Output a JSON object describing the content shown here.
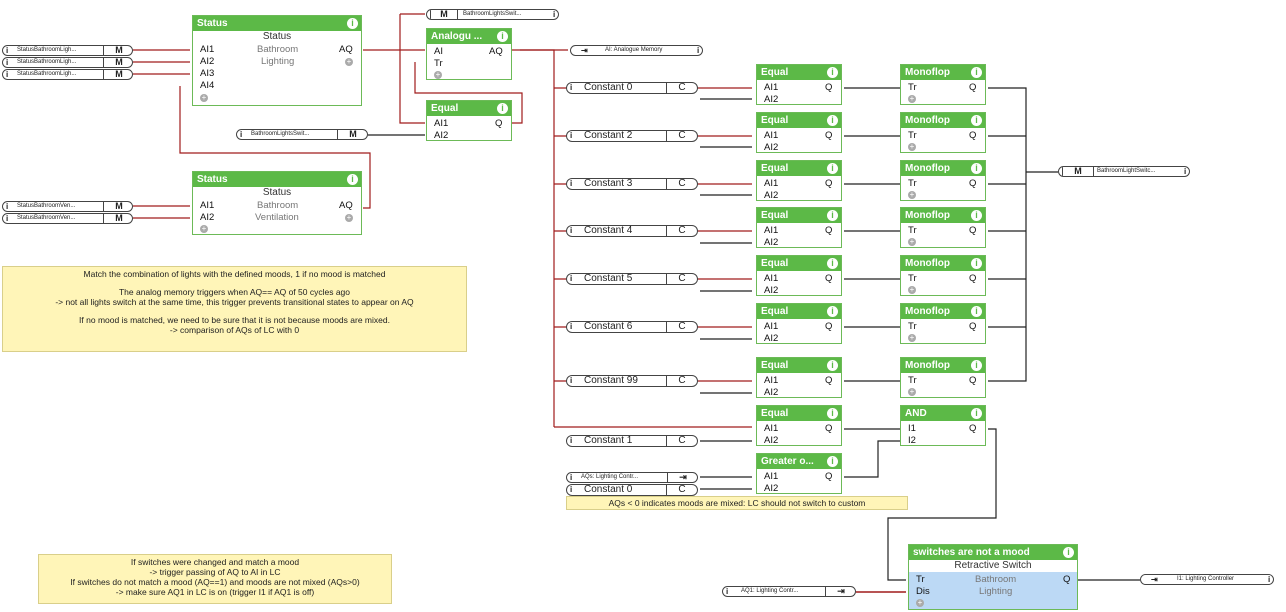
{
  "blocks": {
    "status1": {
      "title": "Status",
      "subtitle": "Status",
      "pins": [
        "AI1",
        "AI2",
        "AI3",
        "AI4"
      ],
      "out": "AQ",
      "body1": "Bathroom",
      "body2": "Lighting"
    },
    "analog": {
      "title": "Analogu ...",
      "pins": [
        "AI",
        "Tr"
      ],
      "out": "AQ"
    },
    "equal_top": {
      "title": "Equal",
      "pins": [
        "AI1",
        "AI2"
      ],
      "out": "Q"
    },
    "status2": {
      "title": "Status",
      "subtitle": "Status",
      "pins": [
        "AI1",
        "AI2"
      ],
      "out": "AQ",
      "body1": "Bathroom",
      "body2": "Ventilation"
    },
    "equals": [
      {
        "title": "Equal",
        "pins": [
          "AI1",
          "AI2"
        ],
        "out": "Q"
      },
      {
        "title": "Equal",
        "pins": [
          "AI1",
          "AI2"
        ],
        "out": "Q"
      },
      {
        "title": "Equal",
        "pins": [
          "AI1",
          "AI2"
        ],
        "out": "Q"
      },
      {
        "title": "Equal",
        "pins": [
          "AI1",
          "AI2"
        ],
        "out": "Q"
      },
      {
        "title": "Equal",
        "pins": [
          "AI1",
          "AI2"
        ],
        "out": "Q"
      },
      {
        "title": "Equal",
        "pins": [
          "AI1",
          "AI2"
        ],
        "out": "Q"
      },
      {
        "title": "Equal",
        "pins": [
          "AI1",
          "AI2"
        ],
        "out": "Q"
      },
      {
        "title": "Equal",
        "pins": [
          "AI1",
          "AI2"
        ],
        "out": "Q"
      }
    ],
    "monoflops": [
      {
        "title": "Monoflop",
        "pins": [
          "Tr"
        ],
        "out": "Q"
      },
      {
        "title": "Monoflop",
        "pins": [
          "Tr"
        ],
        "out": "Q"
      },
      {
        "title": "Monoflop",
        "pins": [
          "Tr"
        ],
        "out": "Q"
      },
      {
        "title": "Monoflop",
        "pins": [
          "Tr"
        ],
        "out": "Q"
      },
      {
        "title": "Monoflop",
        "pins": [
          "Tr"
        ],
        "out": "Q"
      },
      {
        "title": "Monoflop",
        "pins": [
          "Tr"
        ],
        "out": "Q"
      },
      {
        "title": "Monoflop",
        "pins": [
          "Tr"
        ],
        "out": "Q"
      }
    ],
    "and": {
      "title": "AND",
      "pins": [
        "I1",
        "I2"
      ],
      "out": "Q"
    },
    "greater": {
      "title": "Greater o...",
      "pins": [
        "AI1",
        "AI2"
      ],
      "out": "Q"
    },
    "switch": {
      "title": "switches are not a mood",
      "subtitle": "Retractive Switch",
      "pins": [
        "Tr",
        "Dis"
      ],
      "out": "Q",
      "body1": "Bathroom",
      "body2": "Lighting"
    }
  },
  "constants": [
    {
      "label": "Constant 0",
      "type": "C"
    },
    {
      "label": "Constant 2",
      "type": "C"
    },
    {
      "label": "Constant 3",
      "type": "C"
    },
    {
      "label": "Constant 4",
      "type": "C"
    },
    {
      "label": "Constant 5",
      "type": "C"
    },
    {
      "label": "Constant 6",
      "type": "C"
    },
    {
      "label": "Constant 99",
      "type": "C"
    },
    {
      "label": "Constant 1",
      "type": "C"
    },
    {
      "label": "Constant 0",
      "type": "C"
    }
  ],
  "refs": {
    "status_inputs": [
      "StatusBathroomLigh...",
      "StatusBathroomLigh...",
      "StatusBathroomLigh..."
    ],
    "vent_inputs": [
      "StatusBathroomVen...",
      "StatusBathroomVen..."
    ],
    "mem_top": "BathroomLightsSwit...",
    "mem_mid": "BathroomLightsSwit...",
    "analogue_out": "AI: Analogue Memory",
    "mood_out": "BathroomLightSwitc...",
    "lc_aqs": "AQs: Lighting Contr...",
    "aq1_lc": "AQ1: Lighting Contr...",
    "i1_out": "I1: Lighting Controller",
    "m_label": "M"
  },
  "notes": {
    "main": [
      "Match the combination of lights with the defined moods, 1 if no mood is matched",
      "",
      "The analog memory triggers when AQ== AQ of 50 cycles ago",
      "-> not all lights switch at the same time, this trigger prevents transitional states to appear on AQ",
      "",
      "If no mood is matched, we need to be sure that it is not because moods are mixed.",
      "-> comparison of AQs of LC with 0"
    ],
    "aqs": "AQs < 0 indicates moods are mixed: LC should not switch to custom",
    "switch": [
      "If switches were changed and match a mood",
      "-> trigger passing of AQ to AI in LC",
      "If switches do not match a mood (AQ==1) and moods are not mixed (AQs>0)",
      "-> make sure AQ1 in LC is on (trigger I1 if AQ1 is off)"
    ]
  },
  "colors": {
    "block_header": "#5cb947",
    "wire_dark": "#222222",
    "wire_red": "#a01c1c",
    "note_bg": "#fff5b8",
    "switch_body": "#bcd9f5"
  }
}
